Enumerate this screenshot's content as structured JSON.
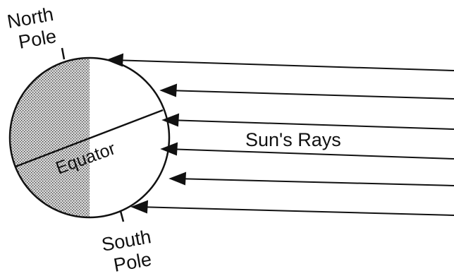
{
  "labels": {
    "north_pole_line1": "North",
    "north_pole_line2": "Pole",
    "south_pole_line1": "South",
    "south_pole_line2": "Pole",
    "equator": "Equator",
    "sun_rays": "Sun's Rays"
  },
  "colors": {
    "ink": "#111111",
    "background": "#ffffff",
    "night_shade": "#bdbdbd"
  },
  "rays": {
    "count": 6,
    "direction": "toward-earth"
  }
}
